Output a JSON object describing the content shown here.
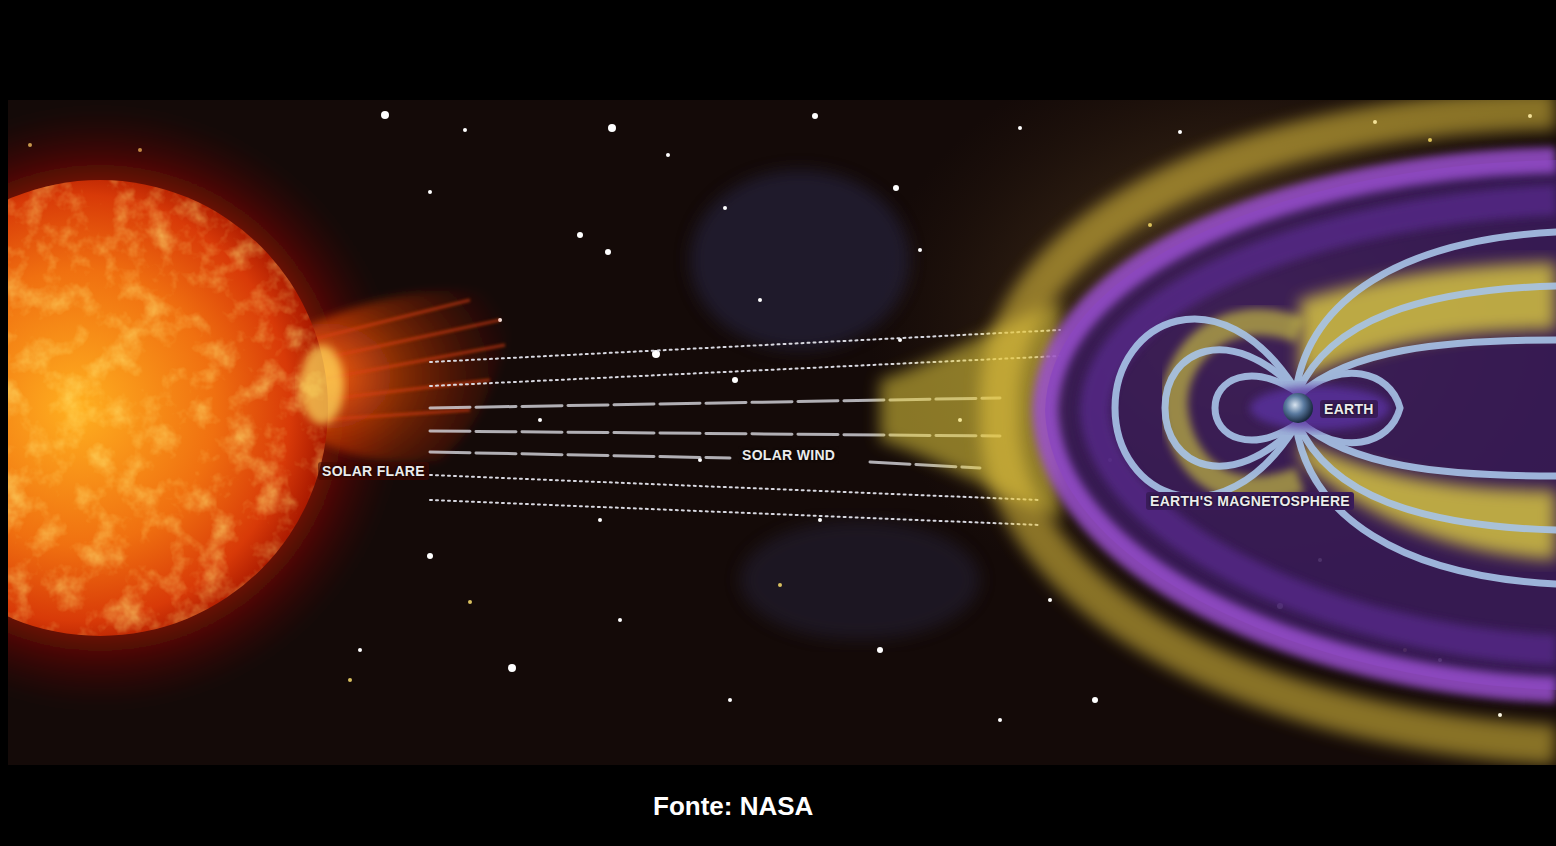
{
  "diagram": {
    "caption": "Fonte: NASA",
    "labels": [
      "SOLAR FLARE",
      "SOLAR WIND",
      "EARTH",
      "EARTH'S MAGNETOSPHERE"
    ]
  }
}
